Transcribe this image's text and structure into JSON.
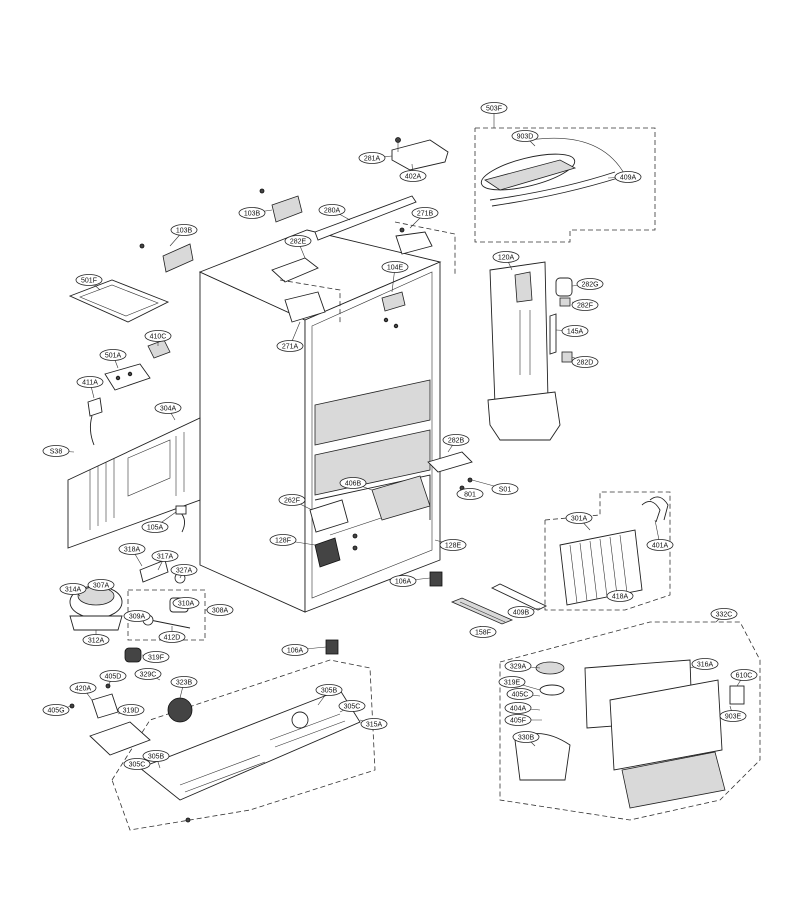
{
  "diagram": {
    "callouts": [
      "503F",
      "903D",
      "409A",
      "281A",
      "402A",
      "280A",
      "103B",
      "271B",
      "282E",
      "103B",
      "104E",
      "501F",
      "120A",
      "282G",
      "282F",
      "145A",
      "282D",
      "410C",
      "271A",
      "501A",
      "411A",
      "304A",
      "S38",
      "282B",
      "S01",
      "801",
      "262F",
      "406B",
      "105A",
      "301A",
      "401A",
      "128F",
      "128E",
      "318A",
      "317A",
      "327A",
      "314A",
      "307A",
      "106A",
      "409B",
      "418A",
      "332C",
      "310A",
      "308A",
      "309A",
      "412D",
      "312A",
      "158F",
      "319F",
      "106A",
      "329A",
      "316A",
      "610C",
      "329C",
      "405D",
      "323B",
      "319E",
      "405C",
      "420A",
      "305B",
      "305C",
      "404A",
      "903E",
      "405G",
      "319D",
      "315A",
      "405F",
      "330B",
      "305C",
      "305B"
    ]
  }
}
